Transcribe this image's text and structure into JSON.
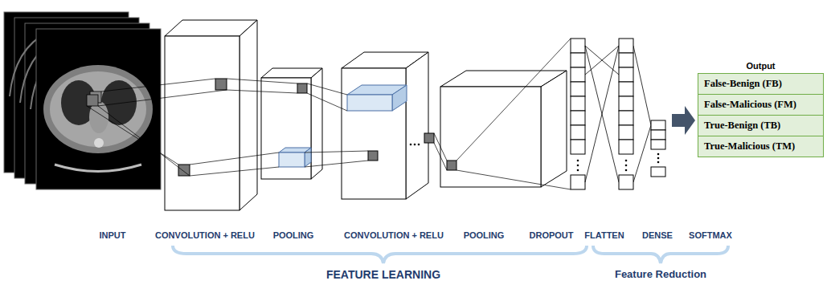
{
  "diagram": {
    "nodes": [
      {
        "text": [
          "Output"
        ]
      },
      {
        "text": [
          "False-Benign (FB)"
        ],
        "in": 0
      },
      {
        "text": [
          "False-Malicious (FM)"
        ],
        "in": 0
      },
      {
        "text": [
          "True-Benign (TB)"
        ],
        "in": 0
      },
      {
        "text": [
          "True-Malicious (TM)"
        ],
        "in": 0
      }
    ],
    "labels": [
      "INPUT",
      "CONVOLUTION + RELU",
      "POOLING",
      "CONVOLUTION + RELU",
      "POOLING",
      "DROPOUT",
      "FLATTEN",
      "DENSE",
      "SOFTMAX",
      "FEATURE LEARNING",
      "Feature Reduction"
    ]
  }
}
